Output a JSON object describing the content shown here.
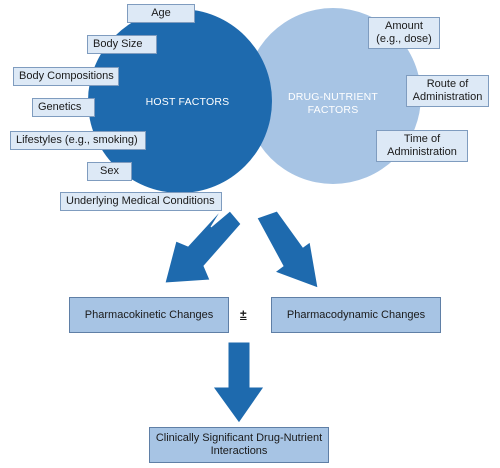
{
  "host_circle": {
    "label": "HOST FACTORS",
    "color": "#1e6aae"
  },
  "drug_circle": {
    "label": "DRUG-NUTRIENT FACTORS",
    "color": "#a7c4e4"
  },
  "host_factors": [
    "Age",
    "Body Size",
    "Body Compositions",
    "Genetics",
    "Lifestyles (e.g., smoking)",
    "Sex",
    "Underlying Medical Conditions"
  ],
  "drug_factors": [
    "Amount (e.g., dose)",
    "Route of Administration",
    "Time of Administration"
  ],
  "outcomes": {
    "pharmacokinetic": "Pharmacokinetic Changes",
    "operator": "±",
    "pharmacodynamic": "Pharmacodynamic Changes",
    "result": "Clinically Significant Drug-Nutrient Interactions"
  },
  "arrow_color": "#1e6aae"
}
